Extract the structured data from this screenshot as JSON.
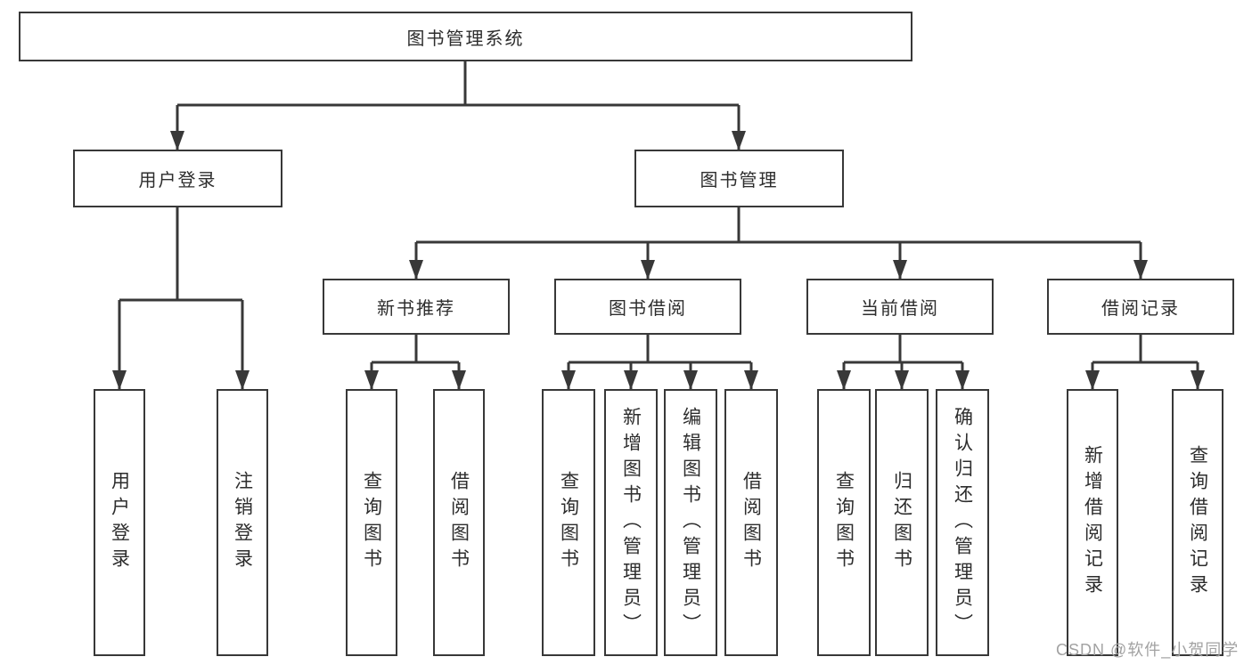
{
  "diagram": {
    "root": {
      "label": "图书管理系统",
      "children": [
        {
          "label": "用户登录",
          "children": [
            {
              "label": "用户登录"
            },
            {
              "label": "注销登录"
            }
          ]
        },
        {
          "label": "图书管理",
          "children": [
            {
              "label": "新书推荐",
              "children": [
                {
                  "label": "查询图书"
                },
                {
                  "label": "借阅图书"
                }
              ]
            },
            {
              "label": "图书借阅",
              "children": [
                {
                  "label": "查询图书"
                },
                {
                  "label": "新增图书（管理员）"
                },
                {
                  "label": "编辑图书（管理员）"
                },
                {
                  "label": "借阅图书"
                }
              ]
            },
            {
              "label": "当前借阅",
              "children": [
                {
                  "label": "查询图书"
                },
                {
                  "label": "归还图书"
                },
                {
                  "label": "确认归还（管理员）"
                }
              ]
            },
            {
              "label": "借阅记录",
              "children": [
                {
                  "label": "新增借阅记录"
                },
                {
                  "label": "查询借阅记录"
                }
              ]
            }
          ]
        }
      ]
    }
  },
  "watermark": {
    "text": "CSDN @软件_小贺同学"
  },
  "colors": {
    "line": "#383838",
    "node_border": "#383838",
    "text": "#2d2d2d",
    "watermark": "#a2a2a2",
    "background": "#ffffff"
  }
}
